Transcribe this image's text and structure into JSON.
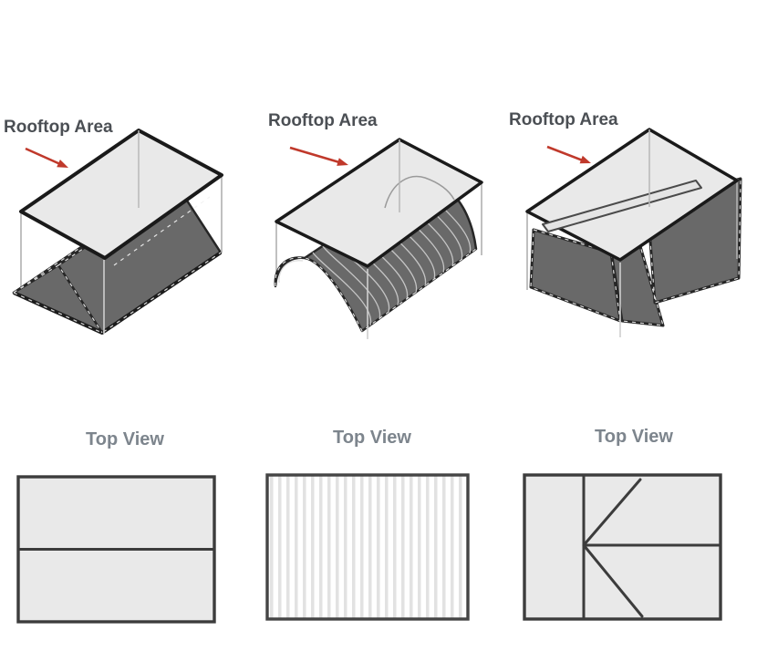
{
  "panels": [
    {
      "roof_style": "gable",
      "rooftop_label": "Rooftop Area",
      "top_view_label": "Top View"
    },
    {
      "roof_style": "barrel-vault",
      "rooftop_label": "Rooftop Area",
      "top_view_label": "Top View"
    },
    {
      "roof_style": "cross-gable",
      "rooftop_label": "Rooftop Area",
      "top_view_label": "Top View"
    }
  ],
  "colors": {
    "bg": "#ffffff",
    "arrow_red": "#c0392b",
    "roof_dark": "#696969",
    "surface": "#e9e9e9",
    "outline": "#1a1a1a",
    "wire": "#b0b0b0",
    "label_dark": "#4b4f54",
    "label_gray": "#7d858d"
  }
}
